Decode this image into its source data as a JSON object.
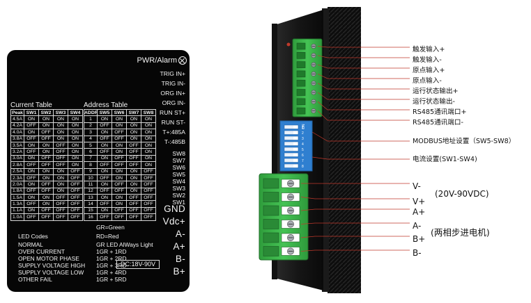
{
  "panel": {
    "pwr_alarm": "PWR/Alarm",
    "signal_pins": [
      "TRIG IN+",
      "TRIG IN-",
      "ORG IN+",
      "ORG IN-",
      "RUN ST+",
      "RUN ST-",
      "T+:485A",
      "T-:485B"
    ],
    "switch_pins": [
      "SW8",
      "SW7",
      "SW6",
      "SW5",
      "SW4",
      "SW3",
      "SW2",
      "SW1"
    ],
    "power_pins": [
      "GND",
      "Vdc+"
    ],
    "motor_pins": [
      "A-",
      "A+",
      "B-",
      "B+"
    ],
    "current_table": {
      "title": "Current Table",
      "headers": [
        "Peak",
        "SW1",
        "SW2",
        "SW3",
        "SW4"
      ],
      "rows": [
        [
          "4.5A",
          "ON",
          "ON",
          "ON",
          "ON"
        ],
        [
          "4.2A",
          "OFF",
          "ON",
          "ON",
          "ON"
        ],
        [
          "4.0A",
          "ON",
          "OFF",
          "ON",
          "ON"
        ],
        [
          "3.8A",
          "OFF",
          "OFF",
          "ON",
          "ON"
        ],
        [
          "3.5A",
          "ON",
          "ON",
          "OFF",
          "ON"
        ],
        [
          "3.2A",
          "OFF",
          "ON",
          "OFF",
          "ON"
        ],
        [
          "3.0A",
          "ON",
          "OFF",
          "OFF",
          "ON"
        ],
        [
          "2.8A",
          "OFF",
          "OFF",
          "OFF",
          "ON"
        ],
        [
          "2.5A",
          "ON",
          "ON",
          "ON",
          "OFF"
        ],
        [
          "2.3A",
          "OFF",
          "ON",
          "ON",
          "OFF"
        ],
        [
          "2.0A",
          "ON",
          "OFF",
          "ON",
          "OFF"
        ],
        [
          "1.8A",
          "OFF",
          "OFF",
          "ON",
          "OFF"
        ],
        [
          "1.5A",
          "ON",
          "ON",
          "OFF",
          "OFF"
        ],
        [
          "1.3A",
          "OFF",
          "ON",
          "OFF",
          "OFF"
        ],
        [
          "1.1A",
          "ON",
          "OFF",
          "OFF",
          "OFF"
        ],
        [
          "1.0A",
          "OFF",
          "OFF",
          "OFF",
          "OFF"
        ]
      ]
    },
    "address_table": {
      "title": "Address Table",
      "headers": [
        "ADDR",
        "SW5",
        "SW6",
        "SW7",
        "SW8"
      ],
      "rows": [
        [
          "1",
          "ON",
          "ON",
          "ON",
          "ON"
        ],
        [
          "2",
          "OFF",
          "ON",
          "ON",
          "ON"
        ],
        [
          "3",
          "ON",
          "OFF",
          "ON",
          "ON"
        ],
        [
          "4",
          "OFF",
          "OFF",
          "ON",
          "ON"
        ],
        [
          "5",
          "ON",
          "ON",
          "OFF",
          "ON"
        ],
        [
          "6",
          "OFF",
          "ON",
          "OFF",
          "ON"
        ],
        [
          "7",
          "ON",
          "OFF",
          "OFF",
          "ON"
        ],
        [
          "8",
          "OFF",
          "OFF",
          "OFF",
          "ON"
        ],
        [
          "9",
          "ON",
          "ON",
          "ON",
          "OFF"
        ],
        [
          "10",
          "OFF",
          "ON",
          "ON",
          "OFF"
        ],
        [
          "11",
          "ON",
          "OFF",
          "ON",
          "OFF"
        ],
        [
          "12",
          "OFF",
          "OFF",
          "ON",
          "OFF"
        ],
        [
          "13",
          "ON",
          "ON",
          "OFF",
          "OFF"
        ],
        [
          "14",
          "OFF",
          "ON",
          "OFF",
          "OFF"
        ],
        [
          "15",
          "ON",
          "OFF",
          "OFF",
          "OFF"
        ],
        [
          "16",
          "OFF",
          "OFF",
          "OFF",
          "OFF"
        ]
      ]
    },
    "dc_range": "DC:18V-90V",
    "led": {
      "title": "LED Codes",
      "gr": "GR=Green",
      "rd": "RD=Red",
      "rows": [
        [
          "NORMAL",
          "GR LED AlWays Light"
        ],
        [
          "OVER CURRENT",
          "1GR + 1RD"
        ],
        [
          "OPEN MOTOR PHASE",
          "1GR + 2RD"
        ],
        [
          "SUPPLY VOLTAGE HIGH",
          "1GR + 3RD"
        ],
        [
          "SUPPLY VOLTAGE LOW",
          "1GR + 4RD"
        ],
        [
          "OTHER FAIL",
          "1GR + 5RD"
        ]
      ]
    }
  },
  "photo": {
    "dip_on_label": "ON",
    "dip_numbers": [
      "1",
      "2",
      "3",
      "4",
      "5",
      "6",
      "7",
      "8"
    ],
    "signal_callouts": [
      "触发输入+",
      "触发输入-",
      "原点输入+",
      "原点输入-",
      "运行状态输出+",
      "运行状态输出-",
      "RS485通讯端口+",
      "RS485通讯端口-"
    ],
    "modbus_callout": "MODBUS地址设置（SW5-SW8）",
    "current_callout": "电流设置(SW1-SW4)",
    "power_callouts": [
      "V-",
      "V+"
    ],
    "voltage_note": "(20V-90VDC)",
    "motor_callouts": [
      "A+",
      "A-",
      "B+",
      "B-"
    ],
    "motor_note": "(两相步进电机)"
  },
  "colors": {
    "panel_bg": "#060606",
    "terminal_green": "#3cb64a",
    "callout_line": "#c0392b",
    "dip_blue": "#2f7fd0"
  }
}
